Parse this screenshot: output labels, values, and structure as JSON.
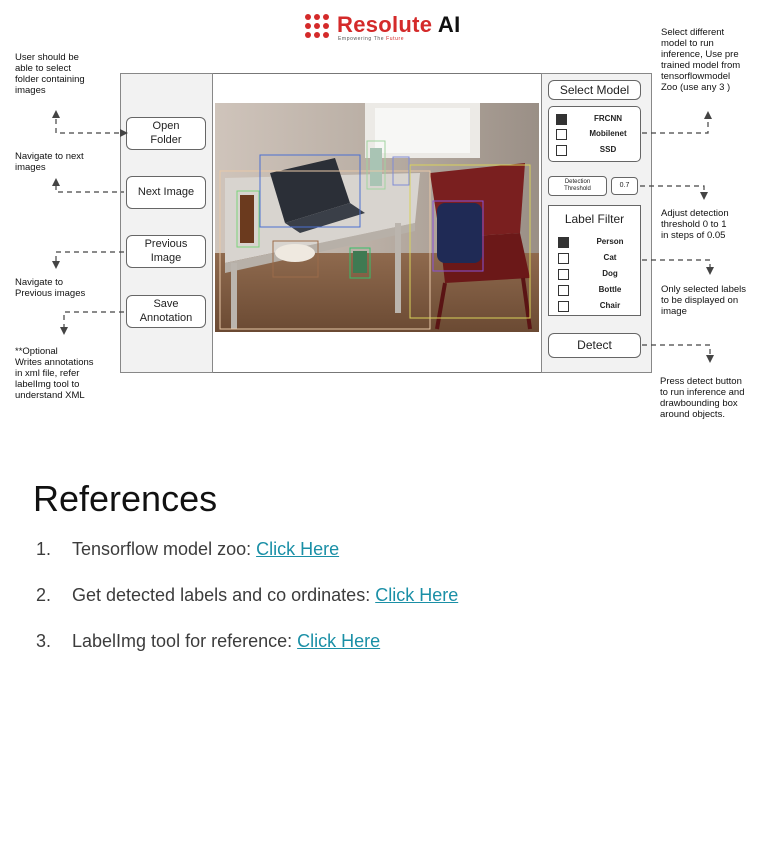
{
  "logo": {
    "name_red": "Resolute",
    "name_black": "AI",
    "tagline_a": "Empowering The ",
    "tagline_b": "Future"
  },
  "left_buttons": {
    "open_folder": "Open\nFolder",
    "next_image": "Next Image",
    "previous_image": "Previous\nImage",
    "save_annotation": "Save\nAnnotation"
  },
  "left_notes": {
    "open_folder": "User should be\nable to select\nfolder containing\nimages",
    "next_image": "Navigate to next\nimages",
    "previous_image": "Navigate to\nPrevious images",
    "save_annotation": "**Optional\nWrites annotations\nin xml file, refer\nlabelImg tool to\nunderstand XML"
  },
  "right_panel": {
    "select_model": "Select Model",
    "models": [
      {
        "label": "FRCNN",
        "checked": true
      },
      {
        "label": "Mobilenet",
        "checked": false
      },
      {
        "label": "SSD",
        "checked": false
      }
    ],
    "detection_threshold_label": "Detection\nThreshold",
    "threshold_value": "0.7",
    "label_filter_title": "Label Filter",
    "labels": [
      {
        "label": "Person",
        "checked": true
      },
      {
        "label": "Cat",
        "checked": false
      },
      {
        "label": "Dog",
        "checked": false
      },
      {
        "label": "Bottle",
        "checked": false
      },
      {
        "label": "Chair",
        "checked": false
      }
    ],
    "detect": "Detect"
  },
  "right_notes": {
    "select_model": "Select different\nmodel to run\ninference, Use pre\ntrained model from\ntensorflowmodel\nZoo (use any 3 )",
    "threshold": "Adjust detection\nthreshold 0 to 1\nin steps of 0.05",
    "labels": "Only selected labels\nto be displayed on\nimage",
    "detect": "Press detect button\nto run inference and\ndrawbounding box\naround objects."
  },
  "references": {
    "title": "References",
    "items": [
      {
        "num": "1.",
        "text": "Tensorflow model zoo: ",
        "link": "Click Here"
      },
      {
        "num": "2.",
        "text": "Get detected labels and co ordinates: ",
        "link": "Click Here"
      },
      {
        "num": "3.",
        "text": "LabelImg tool for reference: ",
        "link": "Click Here"
      }
    ]
  },
  "colors": {
    "brand_red": "#d42a2a",
    "link": "#1a8fa6"
  }
}
